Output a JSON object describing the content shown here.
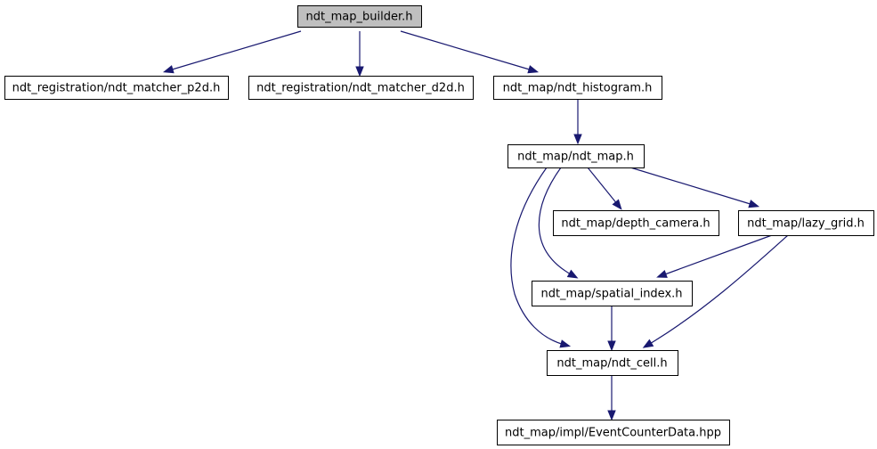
{
  "colors": {
    "root_fill": "#bfbfbf",
    "node_fill": "#ffffff",
    "node_stroke": "#000000",
    "edge": "#191970"
  },
  "nodes": [
    {
      "id": "ndt_map_builder",
      "label": "ndt_map_builder.h",
      "root": true
    },
    {
      "id": "matcher_p2d",
      "label": "ndt_registration/ndt_matcher_p2d.h"
    },
    {
      "id": "matcher_d2d",
      "label": "ndt_registration/ndt_matcher_d2d.h"
    },
    {
      "id": "ndt_histogram",
      "label": "ndt_map/ndt_histogram.h"
    },
    {
      "id": "ndt_map",
      "label": "ndt_map/ndt_map.h"
    },
    {
      "id": "depth_camera",
      "label": "ndt_map/depth_camera.h"
    },
    {
      "id": "lazy_grid",
      "label": "ndt_map/lazy_grid.h"
    },
    {
      "id": "spatial_index",
      "label": "ndt_map/spatial_index.h"
    },
    {
      "id": "ndt_cell",
      "label": "ndt_map/ndt_cell.h"
    },
    {
      "id": "event_counter",
      "label": "ndt_map/impl/EventCounterData.hpp"
    }
  ],
  "edges": [
    {
      "from": "ndt_map_builder",
      "to": "matcher_p2d"
    },
    {
      "from": "ndt_map_builder",
      "to": "matcher_d2d"
    },
    {
      "from": "ndt_map_builder",
      "to": "ndt_histogram"
    },
    {
      "from": "ndt_histogram",
      "to": "ndt_map"
    },
    {
      "from": "ndt_map",
      "to": "depth_camera"
    },
    {
      "from": "ndt_map",
      "to": "lazy_grid"
    },
    {
      "from": "ndt_map",
      "to": "spatial_index"
    },
    {
      "from": "ndt_map",
      "to": "ndt_cell"
    },
    {
      "from": "lazy_grid",
      "to": "spatial_index"
    },
    {
      "from": "lazy_grid",
      "to": "ndt_cell"
    },
    {
      "from": "spatial_index",
      "to": "ndt_cell"
    },
    {
      "from": "ndt_cell",
      "to": "event_counter"
    }
  ]
}
